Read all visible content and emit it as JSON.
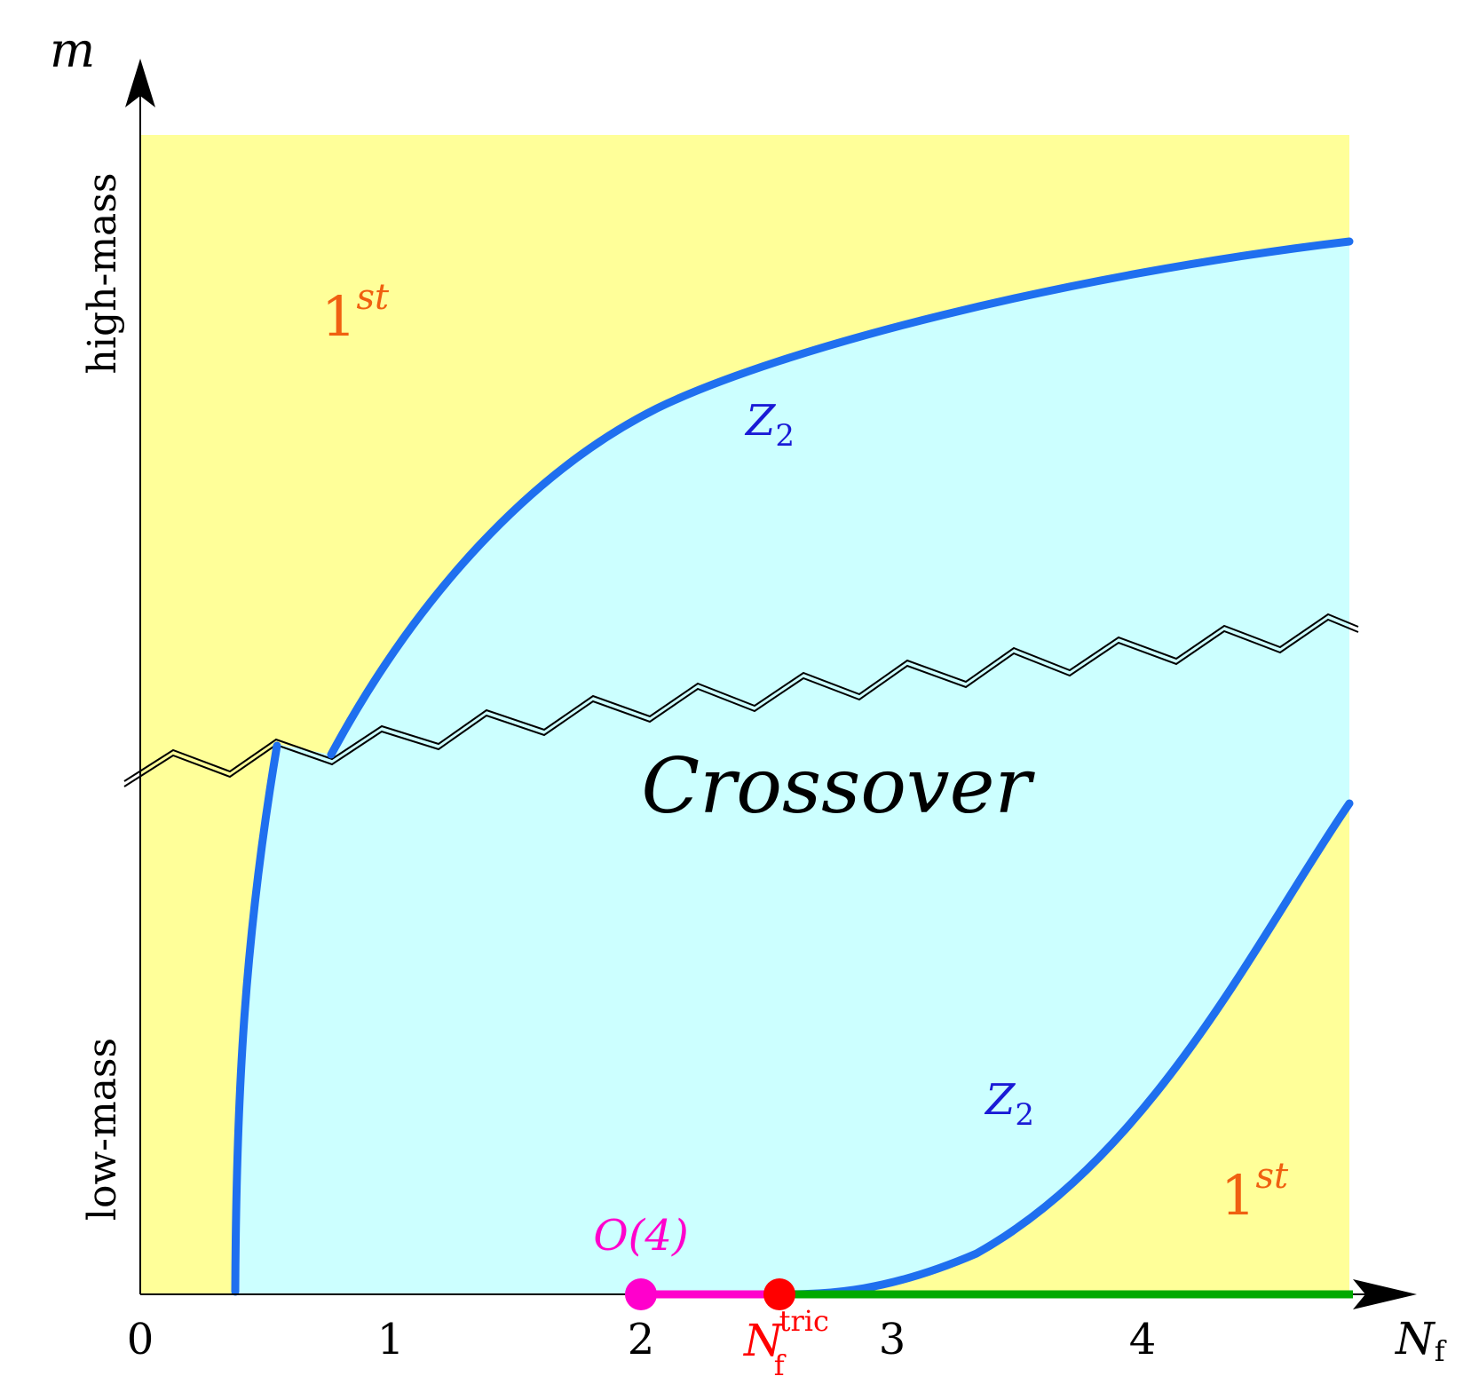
{
  "axes": {
    "y_label": "m",
    "x_label_main": "N",
    "x_label_sub": "f",
    "x_ticks": [
      "0",
      "1",
      "2",
      "3",
      "4"
    ],
    "y_top_label": "high-mass",
    "y_bottom_label": "low-mass"
  },
  "regions": {
    "center_label": "Crossover",
    "first_order_top": {
      "base": "1",
      "sup": "st"
    },
    "first_order_bottom": {
      "base": "1",
      "sup": "st"
    }
  },
  "lines": {
    "z2_upper": {
      "main": "Z",
      "sub": "2"
    },
    "z2_lower": {
      "main": "Z",
      "sub": "2"
    }
  },
  "points": {
    "o4": {
      "label": "O(4)",
      "nf": 2
    },
    "tricritical": {
      "main": "N",
      "sub": "f",
      "sup": "tric",
      "nf": 2.55
    }
  },
  "colors": {
    "first_order_region": "#ffff99",
    "crossover_region": "#ccffff",
    "z2_line": "#1f6fef",
    "z2_label": "#1a1ad6",
    "first_order_label": "#f06010",
    "o4": "#ff00cc",
    "tricritical": "#ff0000",
    "green_line": "#00aa00",
    "axis": "#000000"
  }
}
